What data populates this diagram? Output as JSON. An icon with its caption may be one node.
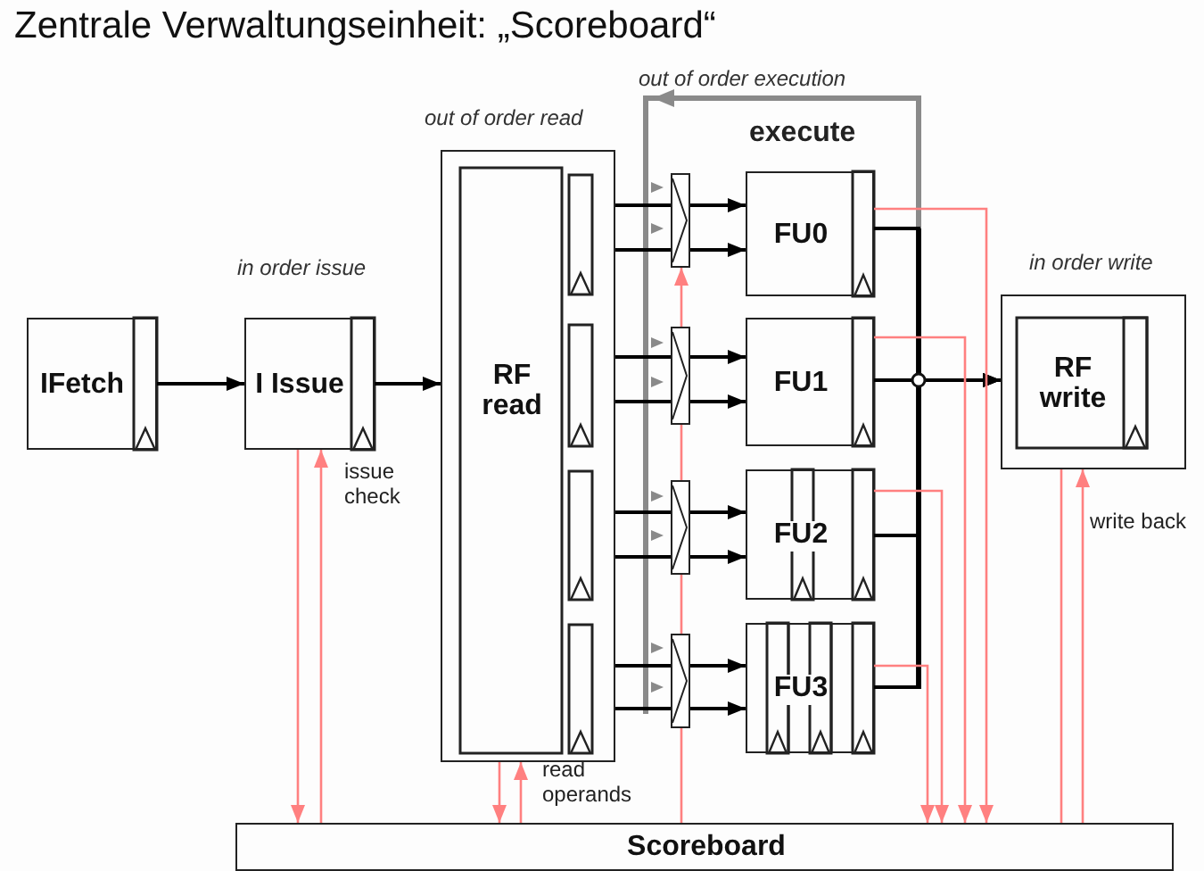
{
  "diagram": {
    "title": "Zentrale Verwaltungseinheit: „Scoreboard“",
    "nodes": [
      {
        "text": [
          "IFetch"
        ]
      },
      {
        "text": [
          "I Issue"
        ],
        "beside": [
          "in order issue"
        ]
      },
      {
        "text": [
          "RF read"
        ],
        "beside": [
          "out of order read"
        ]
      },
      {
        "text": [],
        "shape": "bar"
      },
      {
        "text": [],
        "shape": "bar"
      },
      {
        "text": [],
        "shape": "bar"
      },
      {
        "text": [],
        "shape": "bar"
      },
      {
        "text": [
          "FU0"
        ]
      },
      {
        "text": [
          "FU1"
        ]
      },
      {
        "text": [
          "FU2"
        ]
      },
      {
        "text": [
          "FU3"
        ]
      },
      {
        "text": [
          "RF write"
        ],
        "beside": [
          "in order write"
        ]
      },
      {
        "text": [
          "Scoreboard"
        ]
      }
    ],
    "edges": [
      {
        "from": 0,
        "to": 1,
        "arrow": "to"
      },
      {
        "from": 1,
        "to": 2,
        "arrow": "to"
      },
      {
        "from": 2,
        "to": 3,
        "arrow": "none"
      },
      {
        "from": 2,
        "to": 3,
        "arrow": "none"
      },
      {
        "from": 2,
        "to": 4,
        "arrow": "none"
      },
      {
        "from": 2,
        "to": 4,
        "arrow": "none"
      },
      {
        "from": 2,
        "to": 5,
        "arrow": "none"
      },
      {
        "from": 2,
        "to": 5,
        "arrow": "none"
      },
      {
        "from": 2,
        "to": 6,
        "arrow": "none"
      },
      {
        "from": 2,
        "to": 6,
        "arrow": "none"
      },
      {
        "from": 3,
        "to": 7,
        "arrow": "to"
      },
      {
        "from": 3,
        "to": 7,
        "arrow": "to"
      },
      {
        "from": 4,
        "to": 8,
        "arrow": "to"
      },
      {
        "from": 4,
        "to": 8,
        "arrow": "to"
      },
      {
        "from": 5,
        "to": 9,
        "arrow": "to"
      },
      {
        "from": 5,
        "to": 9,
        "arrow": "to"
      },
      {
        "from": 6,
        "to": 10,
        "arrow": "to"
      },
      {
        "from": 6,
        "to": 10,
        "arrow": "to"
      },
      {
        "from": 7,
        "to": 11,
        "arrow": "to"
      },
      {
        "from": 8,
        "to": 11,
        "arrow": "to"
      },
      {
        "from": 9,
        "to": 11,
        "arrow": "to"
      },
      {
        "from": 10,
        "to": 11,
        "arrow": "to"
      },
      {
        "from": 1,
        "to": 12,
        "arrow": "to",
        "color": "#ff8080"
      },
      {
        "from": 12,
        "to": 1,
        "arrow": "to",
        "color": "#ff8080"
      },
      {
        "from": 2,
        "to": 12,
        "arrow": "to",
        "color": "#ff8080"
      },
      {
        "from": 12,
        "to": 2,
        "arrow": "to",
        "color": "#ff8080"
      },
      {
        "from": 12,
        "to": 6,
        "arrow": "none",
        "color": "#ff8080"
      },
      {
        "from": 6,
        "to": 5,
        "arrow": "none",
        "color": "#ff8080"
      },
      {
        "from": 5,
        "to": 4,
        "arrow": "none",
        "color": "#ff8080"
      },
      {
        "from": 4,
        "to": 3,
        "arrow": "to",
        "color": "#ff8080"
      },
      {
        "from": 7,
        "to": 12,
        "arrow": "to",
        "color": "#ff8080"
      },
      {
        "from": 8,
        "to": 12,
        "arrow": "to",
        "color": "#ff8080"
      },
      {
        "from": 9,
        "to": 12,
        "arrow": "to",
        "color": "#ff8080"
      },
      {
        "from": 10,
        "to": 12,
        "arrow": "to",
        "color": "#ff8080"
      },
      {
        "from": 11,
        "to": 12,
        "arrow": "none",
        "color": "#ff8080"
      },
      {
        "from": 12,
        "to": 11,
        "arrow": "to",
        "color": "#ff8080"
      }
    ],
    "labels": [
      "out of order execution",
      "execute",
      "issue check",
      "read operands",
      "write back"
    ]
  }
}
